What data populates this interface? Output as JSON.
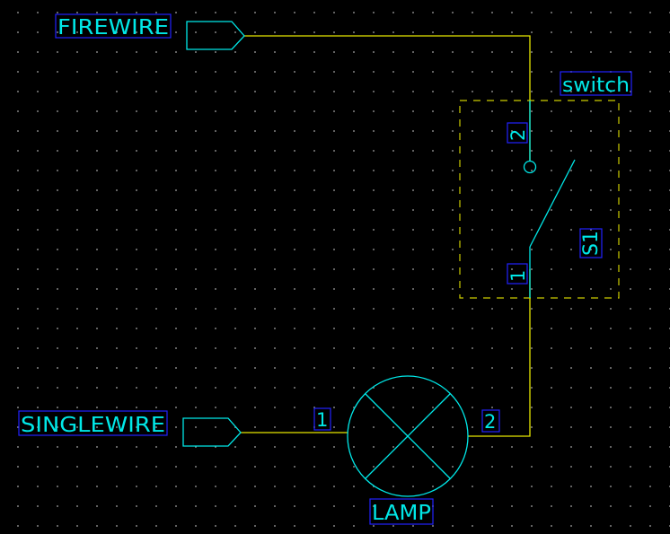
{
  "net_labels": {
    "firewire": "FIREWIRE",
    "singlewire": "SINGLEWIRE"
  },
  "switch": {
    "designator": "S1",
    "value": "switch",
    "pin_top": "2",
    "pin_bottom": "1"
  },
  "lamp": {
    "value": "LAMP",
    "pin_left": "1",
    "pin_right": "2"
  },
  "colors": {
    "background": "#000000",
    "wire": "#e6e600",
    "component": "#00e8e8",
    "label_box": "#2222ff",
    "dashed_outline": "#cccc00",
    "grid_dot": "#7a7a7a"
  }
}
